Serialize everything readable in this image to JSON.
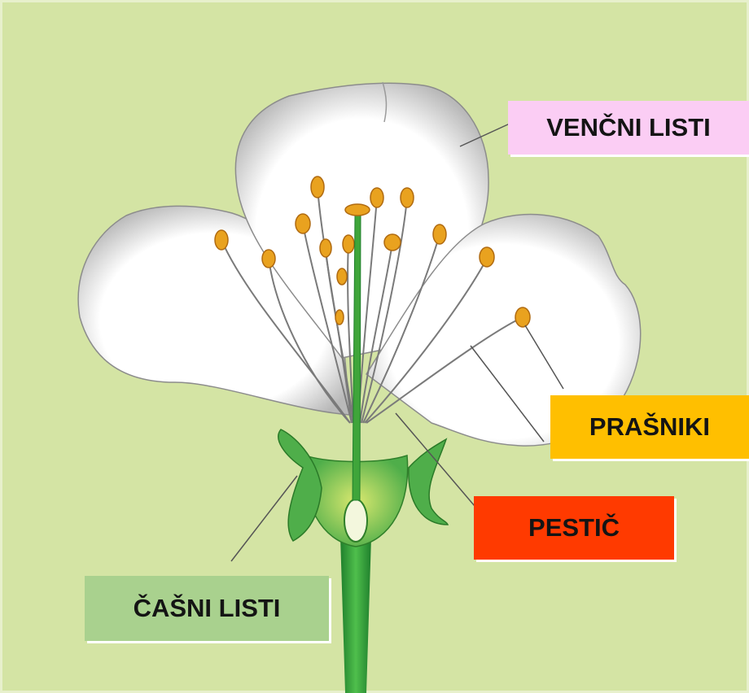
{
  "labels": {
    "petals": {
      "text": "VENČNI LISTI",
      "color": "#fbcdf4"
    },
    "stamens": {
      "text": "PRAŠNIKI",
      "color": "#ffbf00"
    },
    "pistil": {
      "text": "PESTIČ",
      "color": "#ff3a00"
    },
    "sepals": {
      "text": "ČAŠNI LISTI",
      "color": "#a9d18e"
    }
  },
  "colors": {
    "background": "#d4e4a4",
    "petal": "#ffffff",
    "petal_shading": "#8a8a8a",
    "anther": "#e9a21f",
    "stem": "#2f9a3a",
    "sepal": "#4fae4a",
    "leader_line": "#555555"
  }
}
